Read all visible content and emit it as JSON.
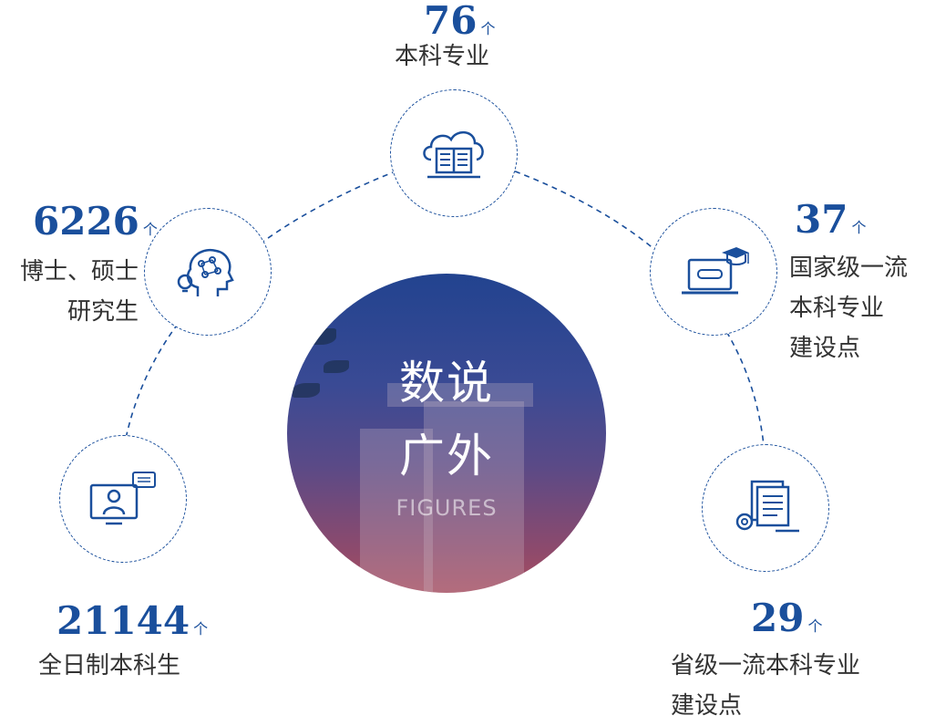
{
  "center": {
    "title_line1": "数说",
    "title_line2": "广外",
    "subtitle": "FIGURES"
  },
  "stats": [
    {
      "id": "majors",
      "value": "76",
      "unit": "个",
      "label_lines": [
        "本科专业"
      ],
      "icon": "cloud-book-icon"
    },
    {
      "id": "grad",
      "value": "6226",
      "unit": "个",
      "label_lines": [
        "博士、硕士",
        "研究生"
      ],
      "icon": "brain-network-icon"
    },
    {
      "id": "national",
      "value": "37",
      "unit": "个",
      "label_lines": [
        "国家级一流",
        "本科专业",
        "建设点"
      ],
      "icon": "laptop-graduation-cap-icon"
    },
    {
      "id": "undergrad",
      "value": "21144",
      "unit": "个",
      "label_lines": [
        "全日制本科生"
      ],
      "icon": "online-teacher-icon"
    },
    {
      "id": "provincial",
      "value": "29",
      "unit": "个",
      "label_lines": [
        "省级一流本科专业",
        "建设点"
      ],
      "icon": "document-gear-icon"
    }
  ],
  "colors": {
    "accent": "#1a4f9c",
    "text": "#333333"
  }
}
